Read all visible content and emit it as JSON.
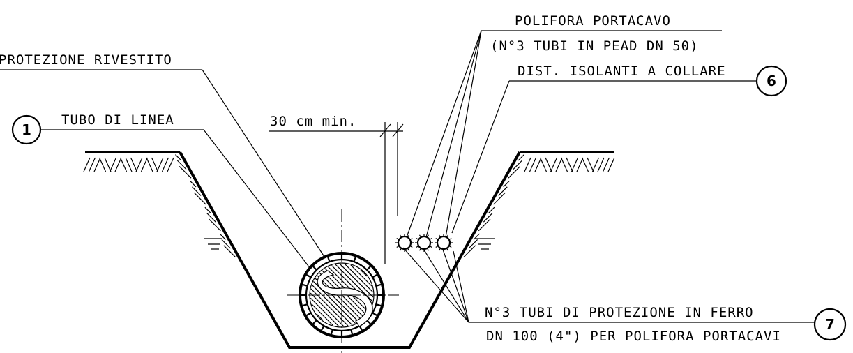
{
  "labels": {
    "protezione": "PROTEZIONE RIVESTITO",
    "tubo_linea": "TUBO DI LINEA",
    "dimension": "30 cm min.",
    "polifora_title": "POLIFORA PORTACAVO",
    "polifora_sub": "(N°3 TUBI IN PEAD DN 50)",
    "distanziali": "DIST. ISOLANTI A COLLARE",
    "tubi_protezione_1": "N°3 TUBI DI PROTEZIONE IN FERRO",
    "tubi_protezione_2": "DN 100 (4\") PER POLIFORA PORTACAVI"
  },
  "callouts": {
    "c1": "1",
    "c6": "6",
    "c7": "7"
  }
}
